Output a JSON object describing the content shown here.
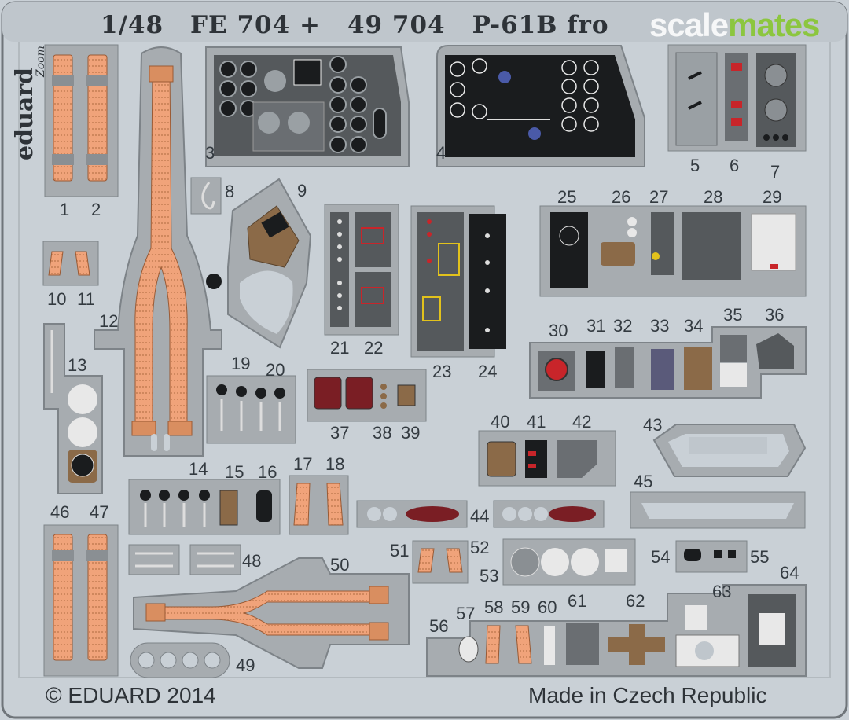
{
  "header": {
    "scale": "1/48",
    "code_1": "FE 704 +",
    "code_2": "49 704",
    "model": "P-61B fro"
  },
  "watermark": {
    "part_a": "scale",
    "part_b": "mates"
  },
  "brand": {
    "name": "eduard",
    "zoom_tag": "Zoom"
  },
  "footer": {
    "copyright": "© EDUARD 2014",
    "origin": "Made in Czech Republic"
  },
  "part_numbers": [
    "1",
    "2",
    "3",
    "4",
    "5",
    "6",
    "7",
    "8",
    "9",
    "10",
    "11",
    "12",
    "13",
    "14",
    "15",
    "16",
    "17",
    "18",
    "19",
    "20",
    "21",
    "22",
    "23",
    "24",
    "25",
    "26",
    "27",
    "28",
    "29",
    "30",
    "31",
    "32",
    "33",
    "34",
    "35",
    "36",
    "37",
    "38",
    "39",
    "40",
    "41",
    "42",
    "43",
    "44",
    "45",
    "46",
    "47",
    "48",
    "49",
    "50",
    "51",
    "52",
    "53",
    "54",
    "55",
    "56",
    "57",
    "58",
    "59",
    "60",
    "61",
    "62",
    "63",
    "64"
  ],
  "colors": {
    "fret_bg": "#c9d0d6",
    "part_grey": "#a7acb0",
    "part_outline": "#7d8388",
    "belt_orange": "#f0a37a",
    "belt_dark": "#d98e60",
    "panel_black": "#1a1c1e",
    "panel_dark": "#55595c",
    "red": "#c8252a",
    "maroon": "#7a1e24",
    "brown": "#8b6a48",
    "yellow": "#e2c21c",
    "accent_green": "#8cc63f"
  }
}
